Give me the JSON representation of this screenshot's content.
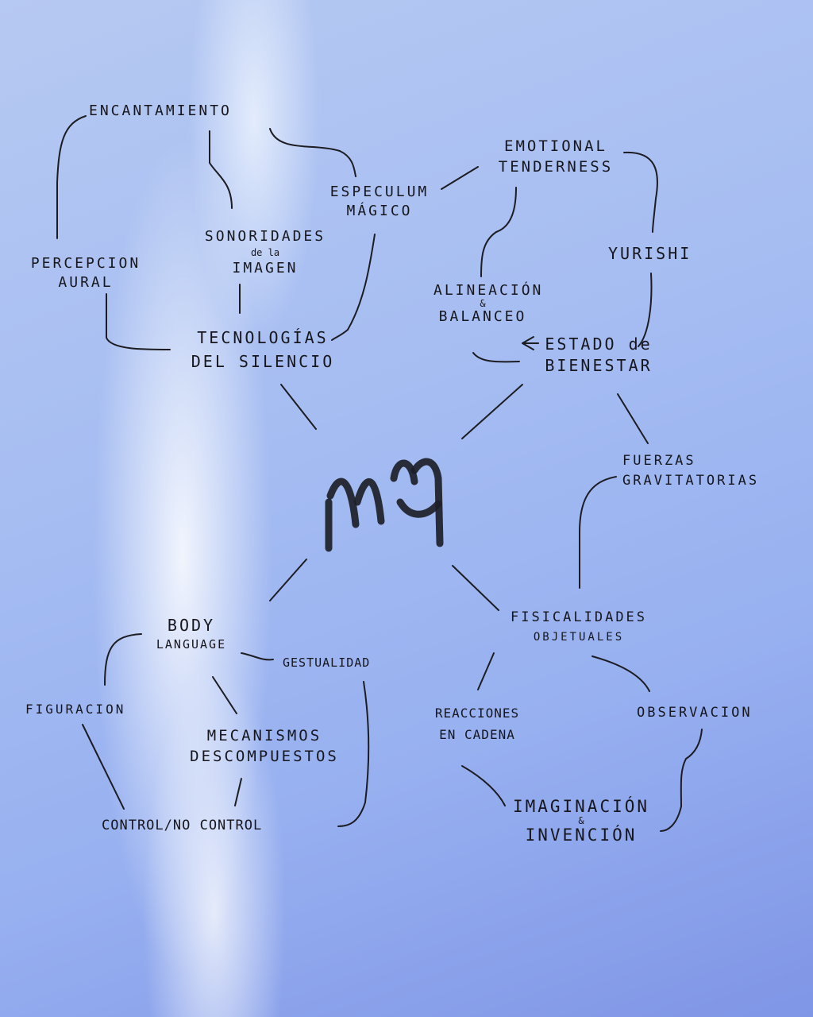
{
  "diagram": {
    "center_symbol": "mq-monogram-icon",
    "nodes": {
      "encantamiento": "ENCANTAMIENTO",
      "especulum": [
        "ESPECULUM",
        "MÁGICO"
      ],
      "sonoridades": [
        "SONORIDADES",
        "de la",
        "IMAGEN"
      ],
      "percepcion": [
        "PERCEPCION",
        "AURAL"
      ],
      "tecnologias": [
        "TECNOLOGÍAS",
        "DEL SILENCIO"
      ],
      "emotional": [
        "EMOTIONAL",
        "TENDERNESS"
      ],
      "yurishi": "YURISHI",
      "alineacion": [
        "ALINEACIÓN",
        "&",
        "BALANCEO"
      ],
      "estado": [
        "ESTADO de",
        "BIENESTAR"
      ],
      "fuerzas": [
        "FUERZAS",
        "GRAVITATORIAS"
      ],
      "body": [
        "BODY",
        "LANGUAGE"
      ],
      "gestualidad": "GESTUALIDAD",
      "figuracion": "FIGURACION",
      "mecanismos": [
        "MECANISMOS",
        "DESCOMPUESTOS"
      ],
      "control": "CONTROL/NO CONTROL",
      "fisicalidades": [
        "FISICALIDADES",
        "OBJETUALES"
      ],
      "reacciones": [
        "REACCIONES",
        "EN CADENA"
      ],
      "observacion": "OBSERVACION",
      "imaginacion": [
        "IMAGINACIÓN",
        "&",
        "INVENCIÓN"
      ]
    }
  }
}
